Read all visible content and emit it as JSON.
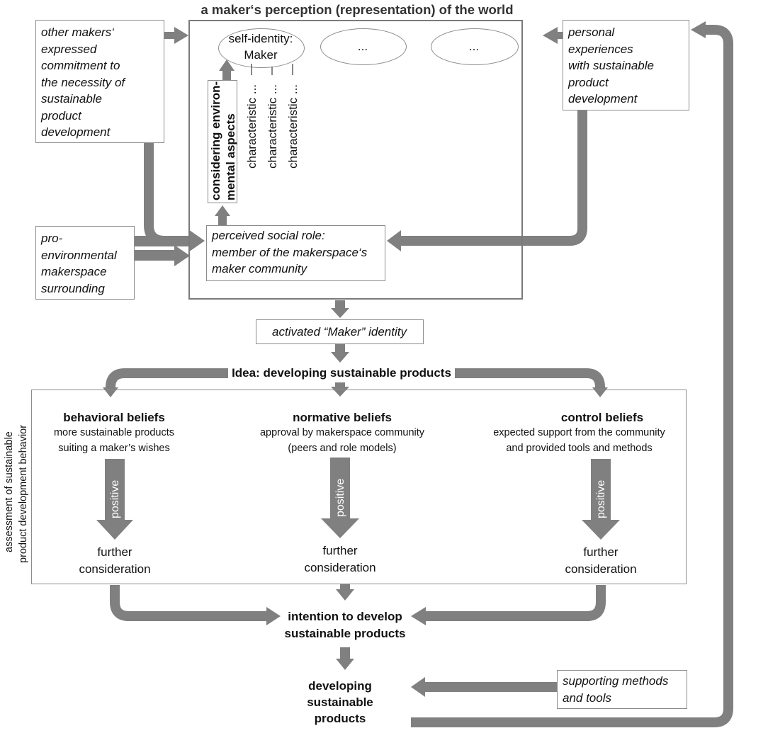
{
  "title": "a maker‘s perception (representation) of the world",
  "self_identity": {
    "line1": "self-identity:",
    "line2": "Maker"
  },
  "ellipsis_1": "...",
  "ellipsis_2": "...",
  "characteristic_env": {
    "line1": "considering environ-",
    "line2": "mental aspects"
  },
  "characteristics": [
    "characteristic ...",
    "characteristic ...",
    "characteristic ..."
  ],
  "other_makers": [
    "other makers‘",
    "expressed",
    "commitment to",
    "the necessity of",
    "sustainable",
    "product",
    "development"
  ],
  "personal_experiences": [
    "personal",
    "experiences",
    "with sustainable",
    "product",
    "development"
  ],
  "pro_environmental": [
    "pro-",
    "environmental",
    "makerspace",
    "surrounding"
  ],
  "social_role": [
    "perceived social role:",
    "member of the makerspace‘s",
    "maker community"
  ],
  "activated_identity": "activated “Maker” identity",
  "idea": "Idea: developing sustainable products",
  "assessment_label": {
    "line1": "assessment of sustainable",
    "line2": "product development behavior"
  },
  "beliefs": [
    {
      "title": "behavioral beliefs",
      "desc1": "more sustainable products",
      "desc2": "suiting a maker’s wishes",
      "arrow_label": "positive",
      "result1": "further",
      "result2": "consideration"
    },
    {
      "title": "normative beliefs",
      "desc1": "approval by makerspace community",
      "desc2": "(peers and role models)",
      "arrow_label": "positive",
      "result1": "further",
      "result2": "consideration"
    },
    {
      "title": "control beliefs",
      "desc1": "expected support from the community",
      "desc2": "and provided tools and methods",
      "arrow_label": "positive",
      "result1": "further",
      "result2": "consideration"
    }
  ],
  "intention": {
    "line1": "intention to develop",
    "line2": "sustainable products"
  },
  "developing": {
    "line1": "developing",
    "line2": "sustainable",
    "line3": "products"
  },
  "supporting": {
    "line1": "supporting methods",
    "line2": "and tools"
  },
  "colors": {
    "arrow": "#808080",
    "border": "#8c8c8c",
    "text": "#111111"
  }
}
